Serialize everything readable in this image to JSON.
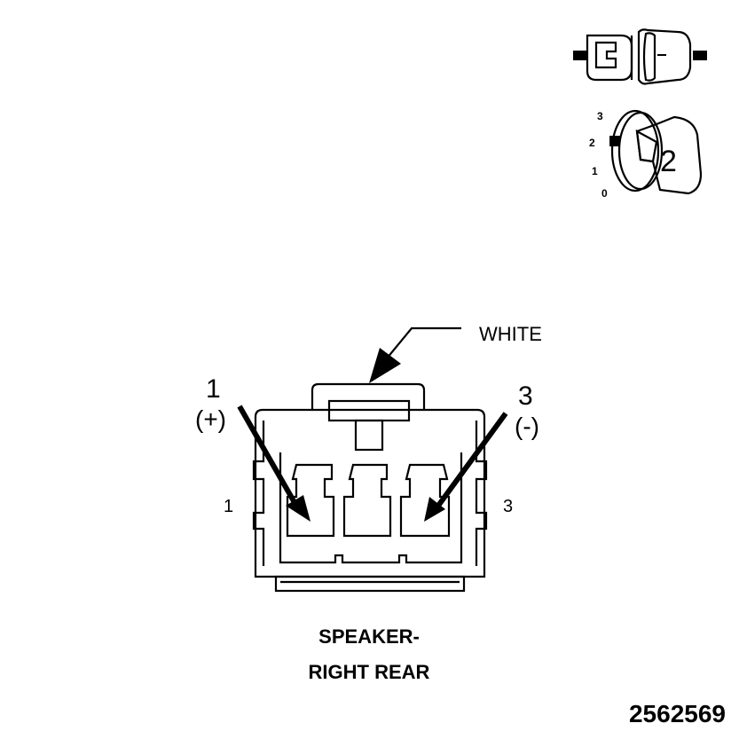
{
  "connector": {
    "color_label": "WHITE",
    "pin_left_number": "1",
    "pin_left_polarity": "(+)",
    "pin_right_number": "3",
    "pin_right_polarity": "(-)",
    "cavity_left_label": "1",
    "cavity_right_label": "3"
  },
  "caption": {
    "line1": "SPEAKER-",
    "line2": "RIGHT REAR"
  },
  "figure_id": "2562569",
  "view_icon": {
    "dial_marks": [
      "3",
      "2",
      "1",
      "0"
    ],
    "view_number": "2"
  }
}
